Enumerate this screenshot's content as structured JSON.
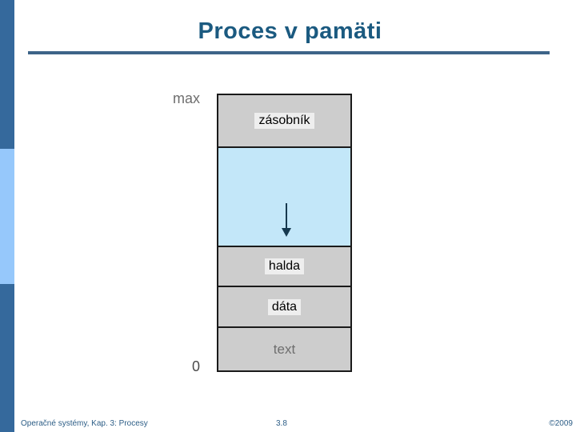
{
  "slide": {
    "title": "Proces v pamäti",
    "theme": {
      "title_color": "#1b5a80",
      "rule_color": "#3d6488",
      "sidebar_dark": "#35699c",
      "sidebar_light": "#96c8fb",
      "segment_fill": "#cdcdcd",
      "free_space_fill": "#c3e7f9",
      "outline_color": "#1a1a1a",
      "arrow_color": "#16394f",
      "footer_color": "#2c5d86"
    }
  },
  "diagram": {
    "top_label": "max",
    "bottom_label": "0",
    "segments": [
      {
        "name": "stack",
        "label": "zásobník",
        "style": "bold"
      },
      {
        "name": "free-space",
        "label": "",
        "style": "none"
      },
      {
        "name": "heap",
        "label": "halda",
        "style": "bold"
      },
      {
        "name": "data",
        "label": "dáta",
        "style": "bold"
      },
      {
        "name": "text",
        "label": "text",
        "style": "faint"
      }
    ],
    "arrows": [
      {
        "name": "stack-grows-down",
        "direction": "down"
      },
      {
        "name": "heap-grows-up",
        "direction": "up"
      }
    ]
  },
  "footer": {
    "course": "Operačné systémy, Kap. 3: Procesy",
    "slide_number": "3.8",
    "copyright": "©2009"
  }
}
